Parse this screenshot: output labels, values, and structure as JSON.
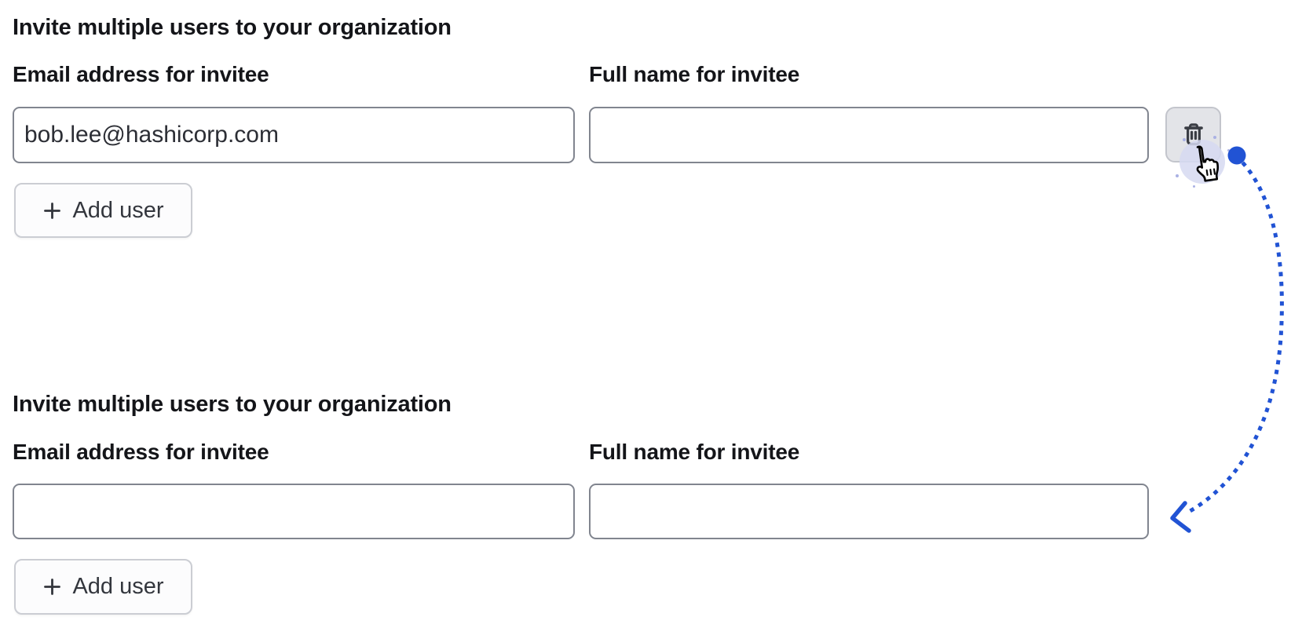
{
  "colors": {
    "background": "#ffffff",
    "text_primary": "#141519",
    "input_text": "#2c2e35",
    "input_border": "#81858f",
    "button_bg": "#fcfcfd",
    "button_border": "#cbcdd3",
    "button_text": "#33363d",
    "icon_button_bg": "#e3e4e8",
    "icon_button_border": "#c3c5cc",
    "icon_color": "#3a3d44",
    "annotation_blue": "#2153d4",
    "click_highlight": "#d6d9f1"
  },
  "sections": [
    {
      "title": "Invite multiple users to your organization",
      "fields": [
        {
          "label": "Email address for invitee",
          "value": "bob.lee@hashicorp.com"
        },
        {
          "label": "Full name for invitee",
          "value": ""
        }
      ],
      "add_button": {
        "label": "Add user",
        "icon": "plus-icon"
      },
      "delete_button": {
        "icon": "trash-icon"
      }
    },
    {
      "title": "Invite multiple users to your organization",
      "fields": [
        {
          "label": "Email address for invitee",
          "value": ""
        },
        {
          "label": "Full name for invitee",
          "value": ""
        }
      ],
      "add_button": {
        "label": "Add user",
        "icon": "plus-icon"
      }
    }
  ],
  "annotation": {
    "cursor": "hand-pointer-cursor",
    "indicator": "click-start-dot",
    "arrow": "dotted-arc-arrow"
  }
}
